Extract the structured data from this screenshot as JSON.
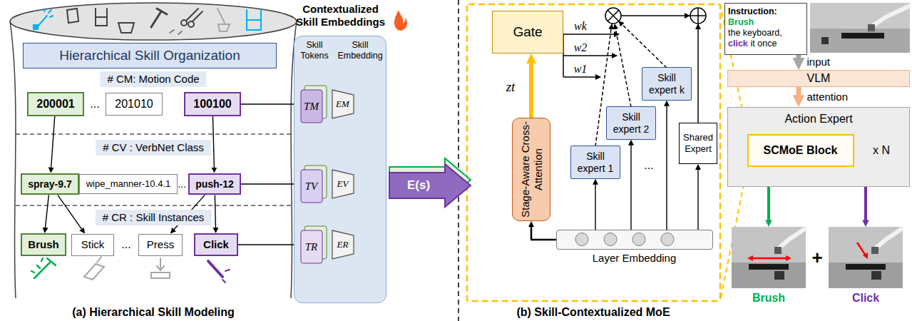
{
  "diagram": {
    "nodes": [
      {
        "text": [
          "Hierarchical Skill Organization"
        ]
      },
      {
        "text": [
          "200001"
        ]
      },
      {
        "text": [
          "201010"
        ]
      },
      {
        "text": [
          "100100"
        ]
      },
      {
        "text": [
          "spray-9.7"
        ]
      },
      {
        "text": [
          "wipe_manner-10.4.1"
        ]
      },
      {
        "text": [
          "push-12"
        ]
      },
      {
        "text": [
          "Brush"
        ]
      },
      {
        "text": [
          "Stick"
        ]
      },
      {
        "text": [
          "Press"
        ]
      },
      {
        "text": [
          "Click"
        ]
      },
      {
        "text": [
          "Contextualized Skill Embeddings",
          "Skill Tokens",
          "Skill Embedding"
        ]
      },
      {
        "text": [
          "TM"
        ],
        "in": 11
      },
      {
        "text": [
          "EM"
        ],
        "in": 11
      },
      {
        "text": [
          "TV"
        ],
        "in": 11
      },
      {
        "text": [
          "EV"
        ],
        "in": 11
      },
      {
        "text": [
          "TR"
        ],
        "in": 11
      },
      {
        "text": [
          "ER"
        ],
        "in": 11
      },
      {
        "text": [
          "E(s)"
        ]
      },
      {
        "text": [
          "Gate"
        ]
      },
      {
        "text": [
          "Stage-Aware Cross-Attention"
        ]
      },
      {
        "text": [
          "Skill expert 1"
        ]
      },
      {
        "text": [
          "Skill expert 2"
        ]
      },
      {
        "text": [
          "Skill expert k"
        ]
      },
      {
        "text": [
          "Shared Expert"
        ]
      },
      {
        "text": [
          "Layer Embedding"
        ]
      },
      {
        "text": [
          "Instruction:",
          "Brush",
          "the keyboard,",
          "click",
          "it once"
        ]
      },
      {
        "text": [
          "VLM"
        ]
      },
      {
        "text": [
          "Action Expert"
        ]
      },
      {
        "text": [
          "SCMoE Block"
        ],
        "in": 28
      },
      {
        "text": [
          "Brush"
        ]
      },
      {
        "text": [
          "Click"
        ]
      }
    ],
    "edges": [
      {
        "from": 1,
        "to": 4,
        "arrow": "to"
      },
      {
        "from": 3,
        "to": 6,
        "arrow": "to"
      },
      {
        "from": 4,
        "to": 7,
        "arrow": "to"
      },
      {
        "from": 4,
        "to": 8,
        "arrow": "to"
      },
      {
        "from": 6,
        "to": 9,
        "arrow": "to"
      },
      {
        "from": 6,
        "to": 10,
        "arrow": "to"
      },
      {
        "from": 3,
        "to": 12,
        "arrow": "to"
      },
      {
        "from": 6,
        "to": 14,
        "arrow": "to"
      },
      {
        "from": 10,
        "to": 16,
        "arrow": "to"
      },
      {
        "from": 12,
        "to": 13,
        "arrow": "to"
      },
      {
        "from": 14,
        "to": 15,
        "arrow": "to"
      },
      {
        "from": 16,
        "to": 17,
        "arrow": "to"
      },
      {
        "from": 25,
        "to": 20,
        "arrow": "to"
      },
      {
        "from": 25,
        "to": 21,
        "arrow": "to"
      },
      {
        "from": 25,
        "to": 22,
        "arrow": "to"
      },
      {
        "from": 25,
        "to": 23,
        "arrow": "to"
      },
      {
        "from": 25,
        "to": 24,
        "arrow": "to"
      },
      {
        "from": 20,
        "to": 19,
        "arrow": "to"
      },
      {
        "from": 26,
        "to": 27,
        "label": "input",
        "arrow": "to"
      },
      {
        "from": 27,
        "to": 28,
        "label": "attention",
        "arrow": "to"
      },
      {
        "from": 28,
        "to": 30,
        "arrow": "to"
      },
      {
        "from": 28,
        "to": 31,
        "arrow": "to"
      }
    ],
    "labels": [
      "# CM: Motion Code",
      "...",
      "# CV : VerbNet Class",
      "...",
      "# CR : Skill Instances",
      "...",
      "zt",
      "wk",
      "w2",
      "w1",
      "...",
      "x N",
      "+",
      "(a) Hierarchical Skill Modeling",
      "(b) Skill-Contextualized MoE"
    ]
  }
}
